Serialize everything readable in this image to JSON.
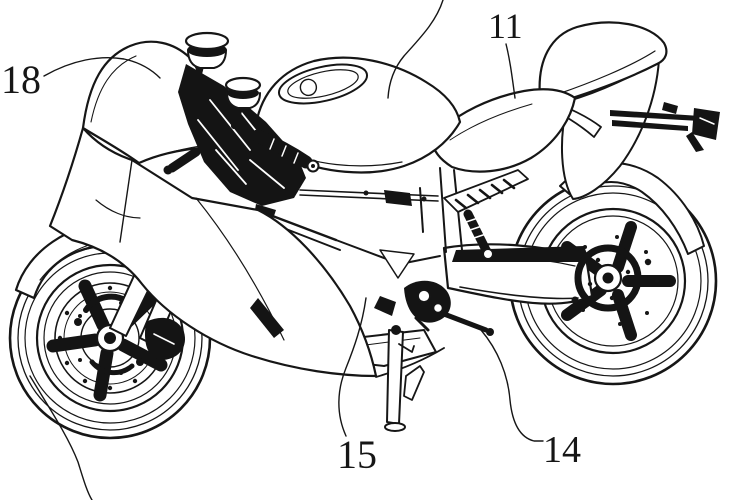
{
  "figure": {
    "subject": "sport-motorcycle-side-view-patent-line-drawing",
    "background_color": "#ffffff",
    "line_color": "#161616",
    "reference_labels": [
      {
        "text": "18",
        "points_to": "windscreen-front-fairing"
      },
      {
        "text": "11",
        "points_to": "rider-seat"
      },
      {
        "text": "15",
        "points_to": "underbody-side-stand-area"
      },
      {
        "text": "14",
        "points_to": "footrest-linkage-area"
      }
    ],
    "unlabeled_leader_lines": [
      {
        "edge": "top",
        "points_to": "fuel-tank"
      },
      {
        "edge": "bottom-left",
        "points_to": "front-wheel-fender"
      }
    ]
  }
}
